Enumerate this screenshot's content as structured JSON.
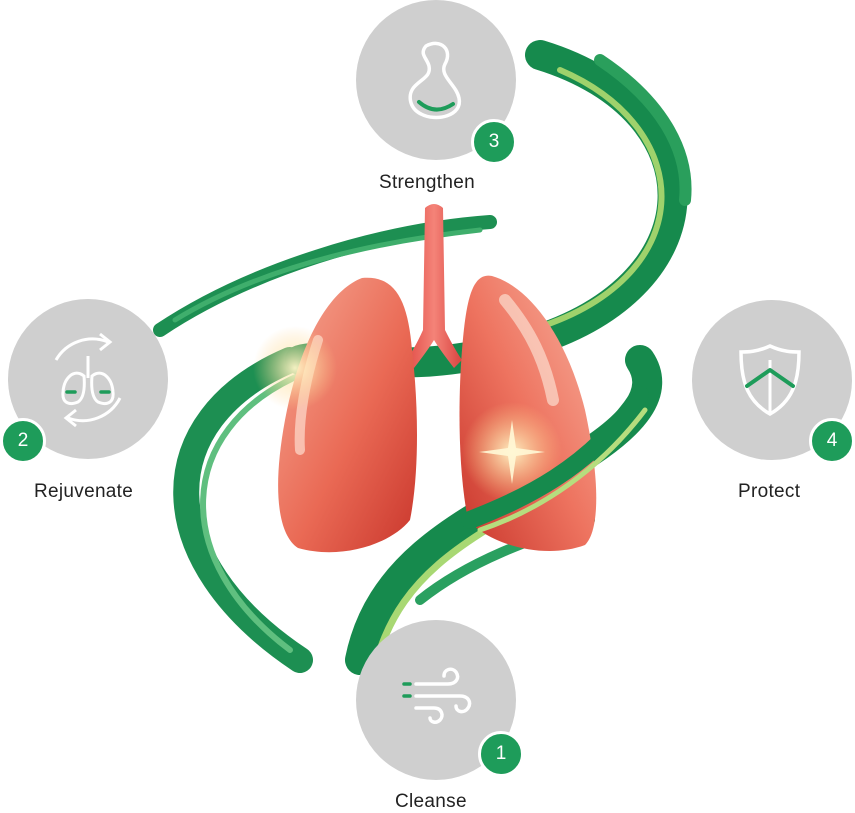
{
  "steps": [
    {
      "number": "1",
      "label": "Cleanse",
      "icon": "wind-icon"
    },
    {
      "number": "2",
      "label": "Rejuvenate",
      "icon": "lungs-cycle-icon"
    },
    {
      "number": "3",
      "label": "Strengthen",
      "icon": "stomach-icon"
    },
    {
      "number": "4",
      "label": "Protect",
      "icon": "shield-icon"
    }
  ],
  "colors": {
    "circle": "#cfcfcf",
    "badge": "#1e9c5a",
    "accent_green": "#1e9c5a",
    "lung": "#e8634f"
  }
}
